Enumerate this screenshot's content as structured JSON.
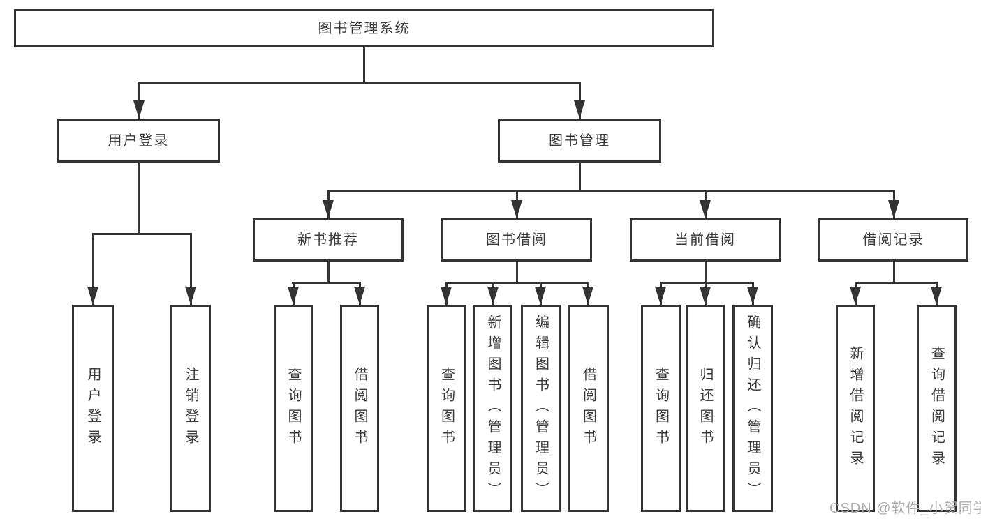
{
  "diagram": {
    "title": "图书管理系统",
    "tree": {
      "label": "图书管理系统",
      "children": [
        {
          "label": "用户登录",
          "children": [
            {
              "label": "用户登录"
            },
            {
              "label": "注销登录"
            }
          ]
        },
        {
          "label": "图书管理",
          "children": [
            {
              "label": "新书推荐",
              "children": [
                {
                  "label": "查询图书"
                },
                {
                  "label": "借阅图书"
                }
              ]
            },
            {
              "label": "图书借阅",
              "children": [
                {
                  "label": "查询图书"
                },
                {
                  "label": "新增图书（管理员）"
                },
                {
                  "label": "编辑图书（管理员）"
                },
                {
                  "label": "借阅图书"
                }
              ]
            },
            {
              "label": "当前借阅",
              "children": [
                {
                  "label": "查询图书"
                },
                {
                  "label": "归还图书"
                },
                {
                  "label": "确认归还（管理员）"
                }
              ]
            },
            {
              "label": "借阅记录",
              "children": [
                {
                  "label": "新增借阅记录"
                },
                {
                  "label": "查询借阅记录"
                }
              ]
            }
          ]
        }
      ]
    },
    "watermark": "CSDN @软件_小贺同学",
    "colors": {
      "line": "#333333",
      "text": "#3a3a3a",
      "watermark": "#adadad",
      "background": "#ffffff"
    }
  }
}
